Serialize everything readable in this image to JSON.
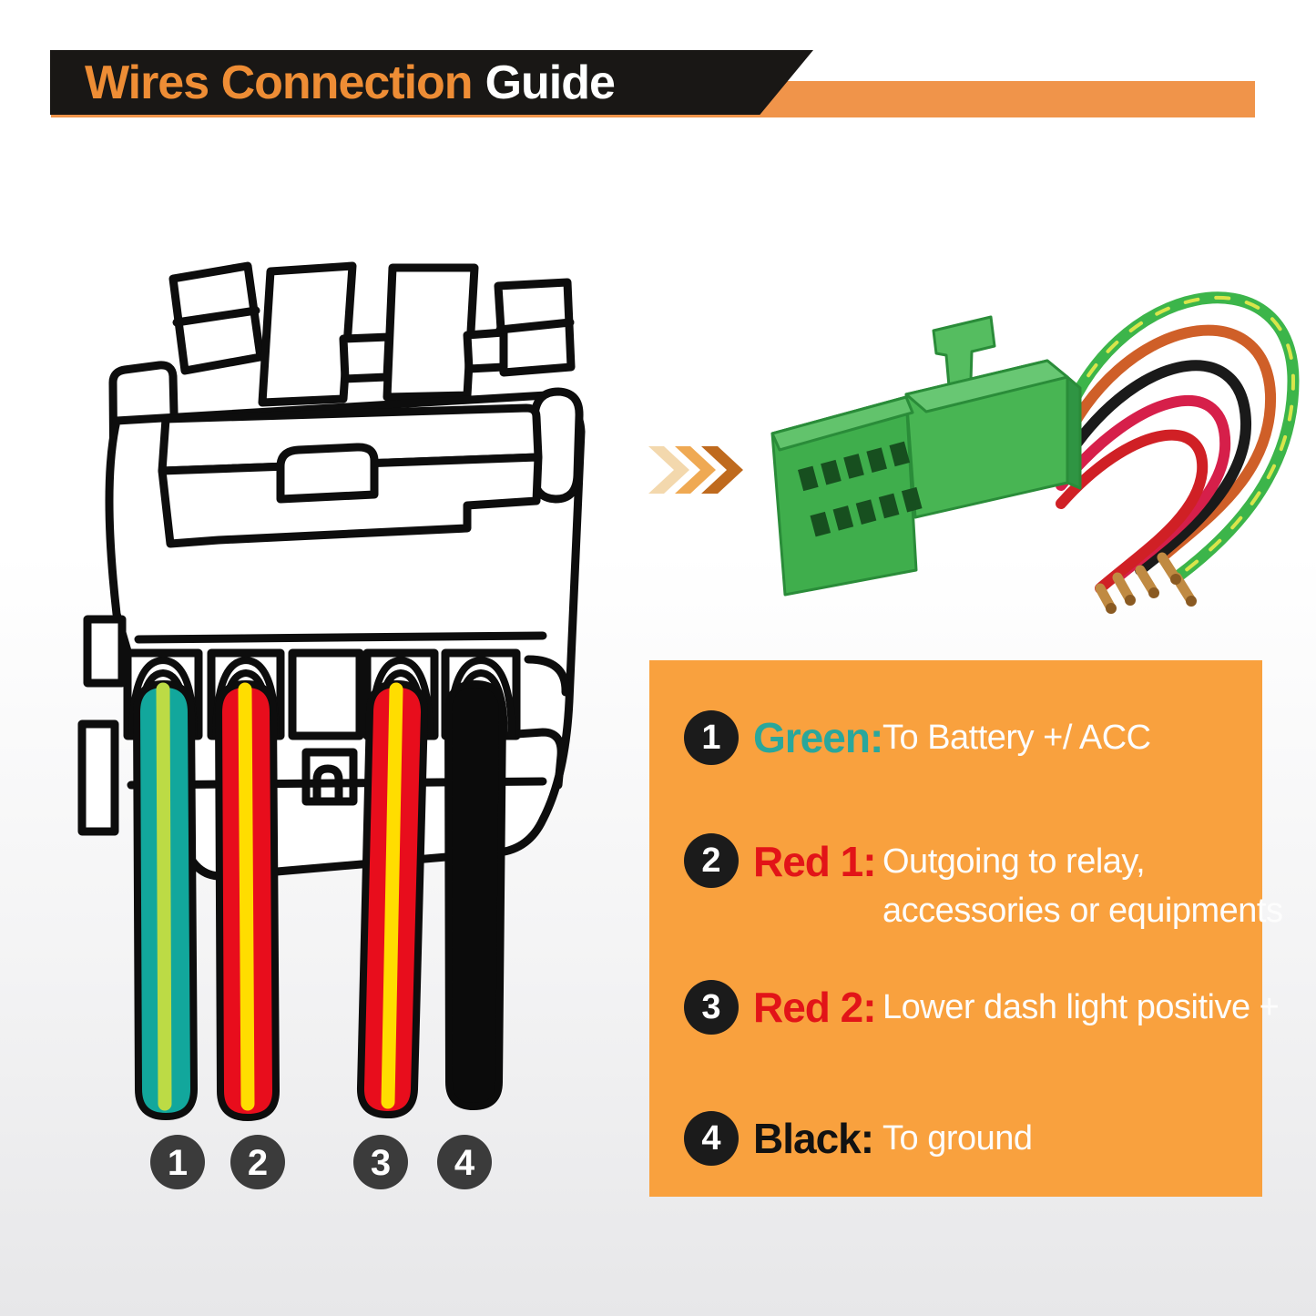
{
  "header": {
    "title_primary": "Wires Connection",
    "title_secondary": "Guide",
    "banner_color": "#191715",
    "accent_text_color": "#ee8d35",
    "stripe_color": "#f0944a"
  },
  "diagram": {
    "badges": [
      "1",
      "2",
      "3",
      "4"
    ],
    "wire_colors": {
      "wire_1_teal": "#12a79c",
      "wire_1_stripe": "#bcdb45",
      "wire_2_red": "#e80d1c",
      "wire_2_stripe": "#ffdd00",
      "wire_3_red": "#e80d1c",
      "wire_3_stripe": "#ffdd00",
      "wire_4_black": "#0b0b0b",
      "outline": "#0d0d0d"
    }
  },
  "arrow_icon": {
    "colors": [
      "#f3d8ad",
      "#efa953",
      "#bf6a1e"
    ]
  },
  "photo": {
    "connector_color": "#3fae4c",
    "wire_colors": [
      "#3cb54a",
      "#cf5f28",
      "#1a1a1a",
      "#d61f4a",
      "#d02025"
    ]
  },
  "legend": {
    "panel_color": "#f9a13e",
    "items": [
      {
        "number": "1",
        "label": "Green:",
        "label_color": "#2aa79b",
        "description": "To Battery +/ ACC"
      },
      {
        "number": "2",
        "label": "Red 1:",
        "label_color": "#e21418",
        "description_line1": "Outgoing to relay,",
        "description_line2": "accessories or equipments"
      },
      {
        "number": "3",
        "label": "Red 2:",
        "label_color": "#e21418",
        "description": "Lower dash light positive +"
      },
      {
        "number": "4",
        "label": "Black:",
        "label_color": "#121212",
        "description": "To ground"
      }
    ]
  }
}
